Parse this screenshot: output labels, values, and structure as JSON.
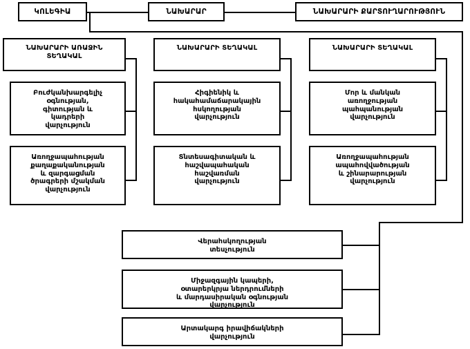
{
  "chart": {
    "title": "Ministry of Health organizational structure",
    "type": "org-chart",
    "line_color": "#000000",
    "box_border_color": "#000000",
    "background_color": "#ffffff"
  },
  "top_row": {
    "collegium": "ԿՈԼԵԳԻԱ",
    "minister": "ՆԱԽԱՐԱՐ",
    "secretariat": "ՆԱԽԱՐԱՐԻ ՔԱՐՏՈՒՂԱՐՈՒԹՅՈՒՆ"
  },
  "columns": [
    {
      "head": "ՆԱԽԱՐԱՐԻ ԱՌԱՋԻՆ\nՏԵՂԱԿԱԼ",
      "departments": [
        "Բուժկանխարգելիչ\nօգնության,\nգիտության և\nկադրերի\nվարչություն",
        "Առողջապահության\nքաղաքականության\nև զարգացման\nծրագրերի մշակման\nվարչություն"
      ]
    },
    {
      "head": "ՆԱԽԱՐԱՐԻ ՏԵՂԱԿԱԼ",
      "departments": [
        "Հիգիենիկ և\nհակահամաճարակային\nհսկողության\nվարչություն",
        "Տնտեսագիտական և\nհաշվապահական\nհաշվառման\nվարչություն"
      ]
    },
    {
      "head": "ՆԱԽԱՐԱՐԻ ՏԵՂԱԿԱԼ",
      "departments": [
        "Մոր և մանկան\nառողջության\nպահպանության\nվարչություն",
        "Առողջապահության\nապահովվածության\nև շինարարության\nվարչություն"
      ]
    }
  ],
  "bottom_units": [
    "Վերահսկողության\nտեսչություն",
    "Միջազգային կապերի,\nօտարերկրյա ներդրումների\nև մարդասիրական օգնության\nվարչություն",
    "Արտակարգ իրավիճակների\nվարչություն"
  ]
}
